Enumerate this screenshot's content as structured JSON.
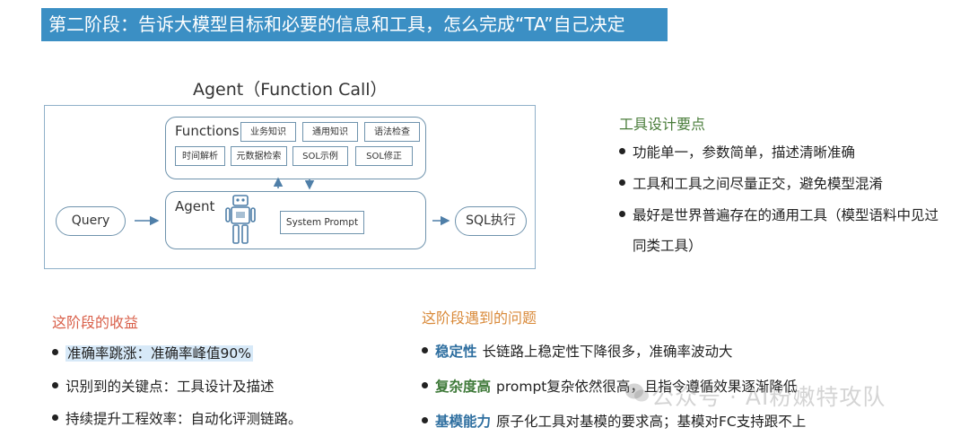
{
  "banner": {
    "text": "第二阶段：告诉大模型目标和必要的信息和工具，怎么完成“TA”自己决定"
  },
  "diagram": {
    "title": "Agent（Function Call）",
    "functions_label": "Functions",
    "function_chips": [
      "业务知识",
      "通用知识",
      "语法检查",
      "时间解析",
      "元数据检索",
      "SOL示例",
      "SOL修正"
    ],
    "agent_label": "Agent",
    "system_prompt": "System Prompt",
    "query": "Query",
    "output": "SQL执行"
  },
  "tool_design": {
    "heading": "工具设计要点",
    "items": [
      "功能单一，参数简单，描述清晰准确",
      "工具和工具之间尽量正交，避免模型混淆",
      "最好是世界普遍存在的通用工具（模型语料中见过",
      "同类工具）"
    ]
  },
  "gains": {
    "heading": "这阶段的收益",
    "items": [
      "准确率跳涨：准确率峰值90%",
      "识别到的关键点：工具设计及描述",
      "持续提升工程效率：自动化评测链路。"
    ]
  },
  "issues": {
    "heading": "这阶段遇到的问题",
    "items": [
      {
        "keyword": "稳定性",
        "text": "长链路上稳定性下降很多，准确率波动大"
      },
      {
        "keyword": "复杂度高",
        "text": "prompt复杂依然很高，且指令遵循效果逐渐降低"
      },
      {
        "keyword": "基模能力",
        "text": "原子化工具对基模的要求高；基模对FC支持跟不上"
      }
    ]
  },
  "watermark": {
    "text": "公众号 · AI粉嫩特攻队"
  },
  "colors": {
    "banner_bg": "#3b8fc4",
    "frame": "#6f93ad",
    "tools_heading": "#4a7d3b",
    "gains_heading": "#d9604a",
    "issues_heading": "#d98a3a",
    "keyword_blue": "#2f6fa0",
    "keyword_green": "#3f7a3a"
  }
}
